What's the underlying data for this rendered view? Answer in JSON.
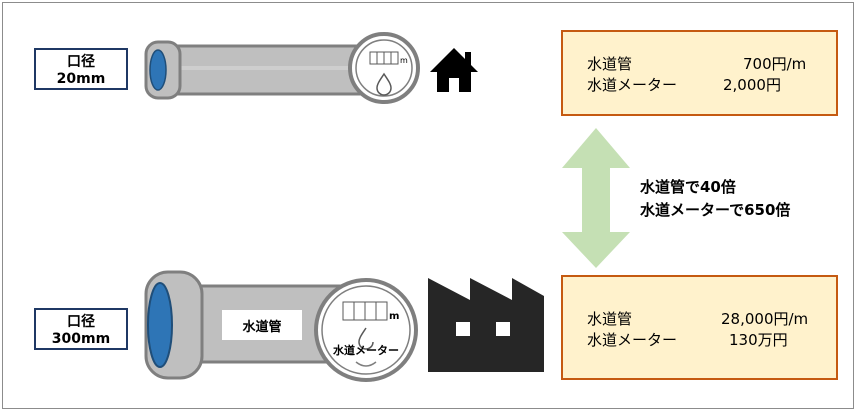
{
  "small_pipe": {
    "diameter_label": "口径",
    "diameter_value": "20mm"
  },
  "large_pipe": {
    "diameter_label": "口径",
    "diameter_value": "300mm",
    "pipe_label": "水道管",
    "meter_label": "水道メーター",
    "meter_unit": "m"
  },
  "small_meter_unit": "m",
  "small_costs": {
    "pipe_label": "水道管",
    "pipe_value": "700円/m",
    "meter_label": "水道メーター",
    "meter_value": "2,000円"
  },
  "large_costs": {
    "pipe_label": "水道管",
    "pipe_value": "28,000円/m",
    "meter_label": "水道メーター",
    "meter_value": "130万円"
  },
  "comparison": {
    "line1": "水道管で40倍",
    "line2": "水道メーターで650倍"
  },
  "colors": {
    "pipe_gray": "#bfbfbf",
    "pipe_dark": "#7f7f7f",
    "pipe_blue": "#2e75b6",
    "box_fill": "#fff2cc",
    "box_border": "#c55a11",
    "arrow_green": "#c5e0b4",
    "building_dark": "#262626"
  },
  "icons": [
    "house-icon",
    "factory-icon",
    "water-drop-icon",
    "double-arrow-icon"
  ]
}
